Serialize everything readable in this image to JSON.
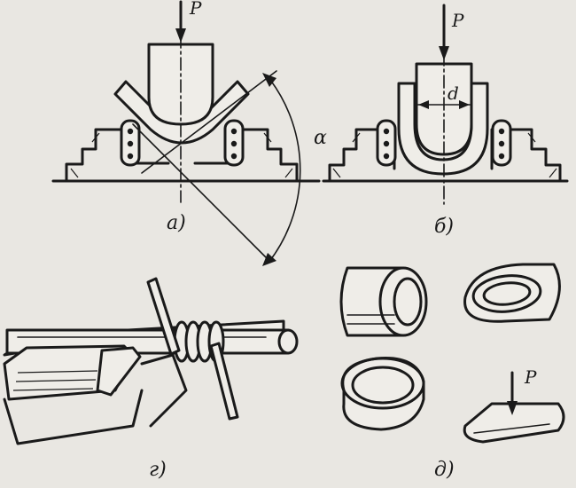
{
  "labels": {
    "force_a": "P",
    "force_b": "P",
    "force_d": "P",
    "diameter": "d",
    "angle": "α",
    "caption_a": "а)",
    "caption_b": "б)",
    "caption_g": "г)",
    "caption_d": "д)"
  },
  "colors": {
    "ink": "#1a1a1a",
    "paper": "#e9e7e2"
  }
}
